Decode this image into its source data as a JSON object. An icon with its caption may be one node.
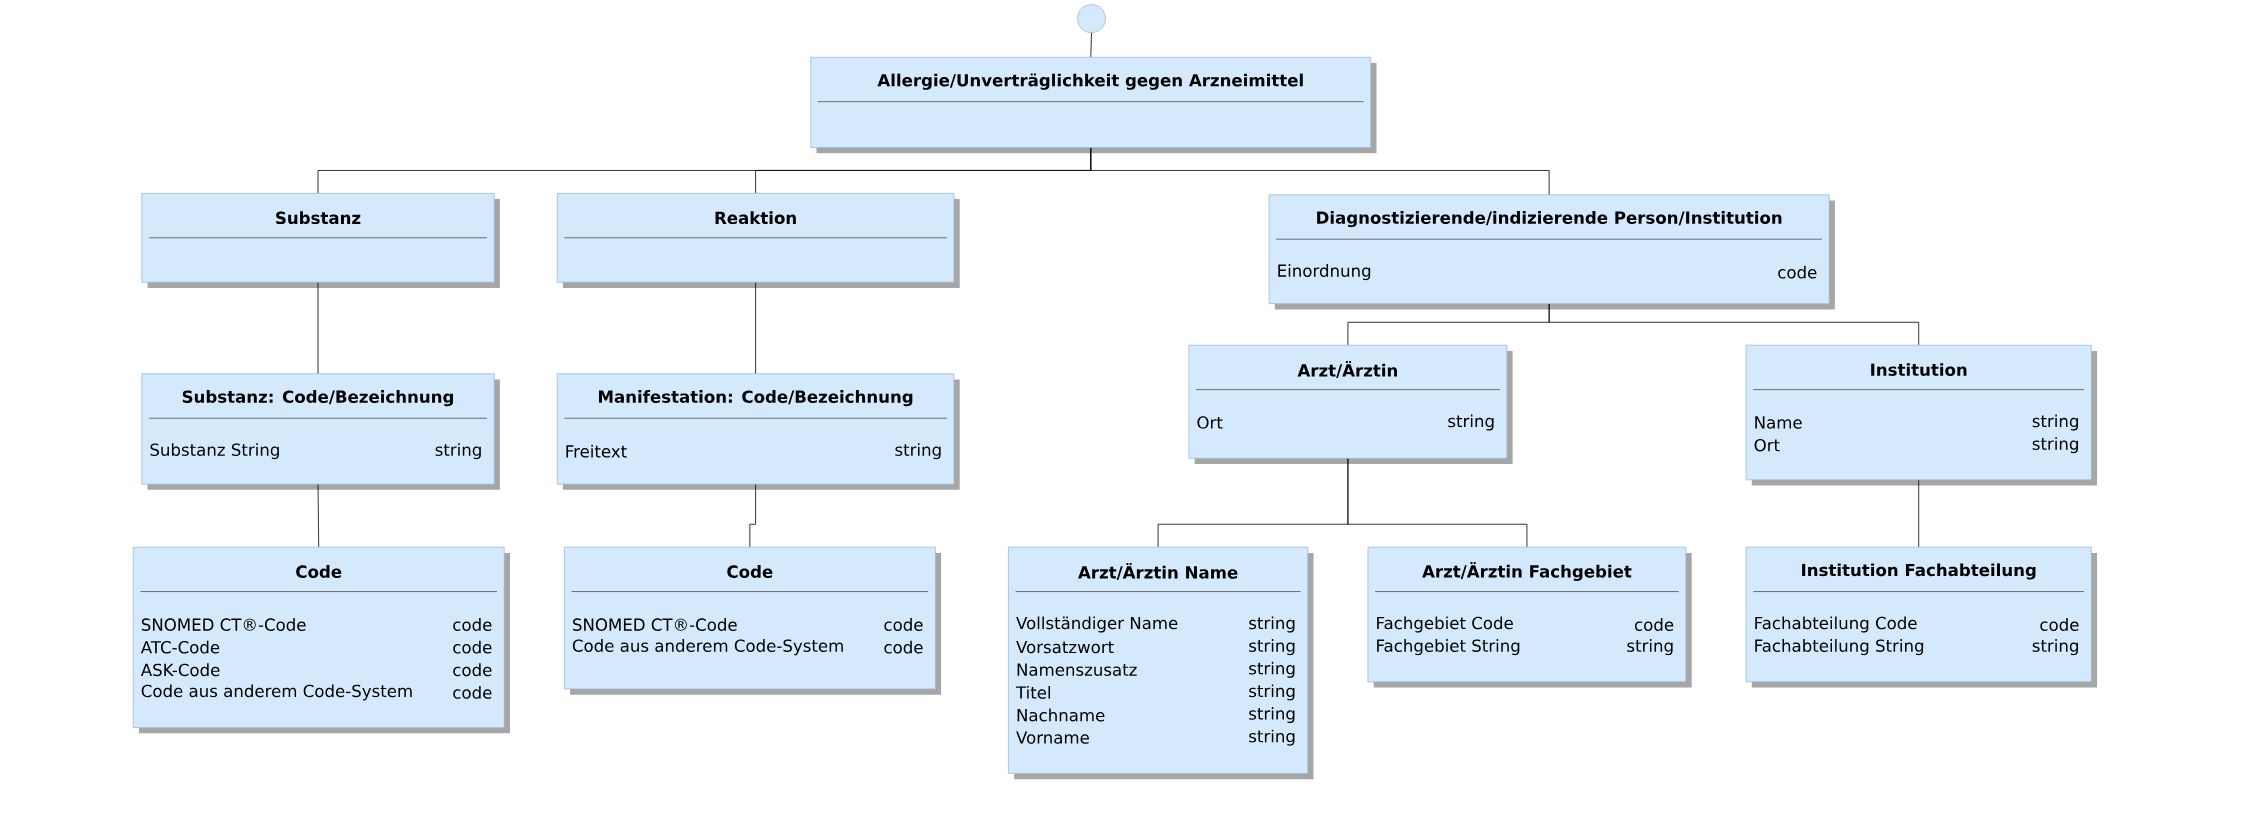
{
  "diagram": {
    "nodes": [
      {
        "text": [],
        "shape": "circle"
      },
      {
        "text": [
          "Allergie/Unverträglichkeit gegen Arzneimittel"
        ]
      },
      {
        "text": [
          "Substanz"
        ]
      },
      {
        "text": [
          "Reaktion"
        ]
      },
      {
        "text": [
          "Diagnostizierende/indizierende Person/Institution",
          "Einordnung",
          "code"
        ]
      },
      {
        "text": [
          "Substanz: Code/Bezeichnung",
          "Substanz String",
          "string"
        ]
      },
      {
        "text": [
          "Manifestation: Code/Bezeichnung",
          "Freitext",
          "string"
        ]
      },
      {
        "text": [
          "Code",
          "SNOMED CT®-Code",
          "code",
          "ATC-Code",
          "code",
          "ASK-Code",
          "code",
          "Code aus anderem Code-System",
          "code"
        ]
      },
      {
        "text": [
          "Code",
          "SNOMED CT®-Code",
          "code",
          "Code aus anderem Code-System",
          "code"
        ]
      },
      {
        "text": [
          "Arzt/Ärztin",
          "Ort",
          "string"
        ]
      },
      {
        "text": [
          "Institution",
          "Name",
          "string",
          "Ort",
          "string"
        ]
      },
      {
        "text": [
          "Arzt/Ärztin Name",
          "Vollständiger Name",
          "string",
          "Vorsatzwort",
          "string",
          "Namenszusatz",
          "string",
          "Titel",
          "string",
          "Nachname",
          "string",
          "Vorname",
          "string"
        ]
      },
      {
        "text": [
          "Arzt/Ärztin Fachgebiet",
          "Fachgebiet Code",
          "code",
          "Fachgebiet String",
          "string"
        ]
      },
      {
        "text": [
          "Institution Fachabteilung",
          "Fachabteilung Code",
          "code",
          "Fachabteilung String",
          "string"
        ]
      }
    ],
    "edges": [
      {
        "from": 0,
        "to": 1,
        "arrow": "none"
      },
      {
        "from": 1,
        "to": 2,
        "arrow": "none"
      },
      {
        "from": 1,
        "to": 3,
        "arrow": "none"
      },
      {
        "from": 1,
        "to": 4,
        "arrow": "none"
      },
      {
        "from": 2,
        "to": 5,
        "arrow": "none"
      },
      {
        "from": 3,
        "to": 6,
        "arrow": "none"
      },
      {
        "from": 5,
        "to": 7,
        "arrow": "none"
      },
      {
        "from": 6,
        "to": 8,
        "arrow": "none"
      },
      {
        "from": 4,
        "to": 9,
        "arrow": "none"
      },
      {
        "from": 4,
        "to": 10,
        "arrow": "none"
      },
      {
        "from": 9,
        "to": 11,
        "arrow": "none"
      },
      {
        "from": 9,
        "to": 12,
        "arrow": "none"
      },
      {
        "from": 10,
        "to": 13,
        "arrow": "none"
      }
    ]
  }
}
